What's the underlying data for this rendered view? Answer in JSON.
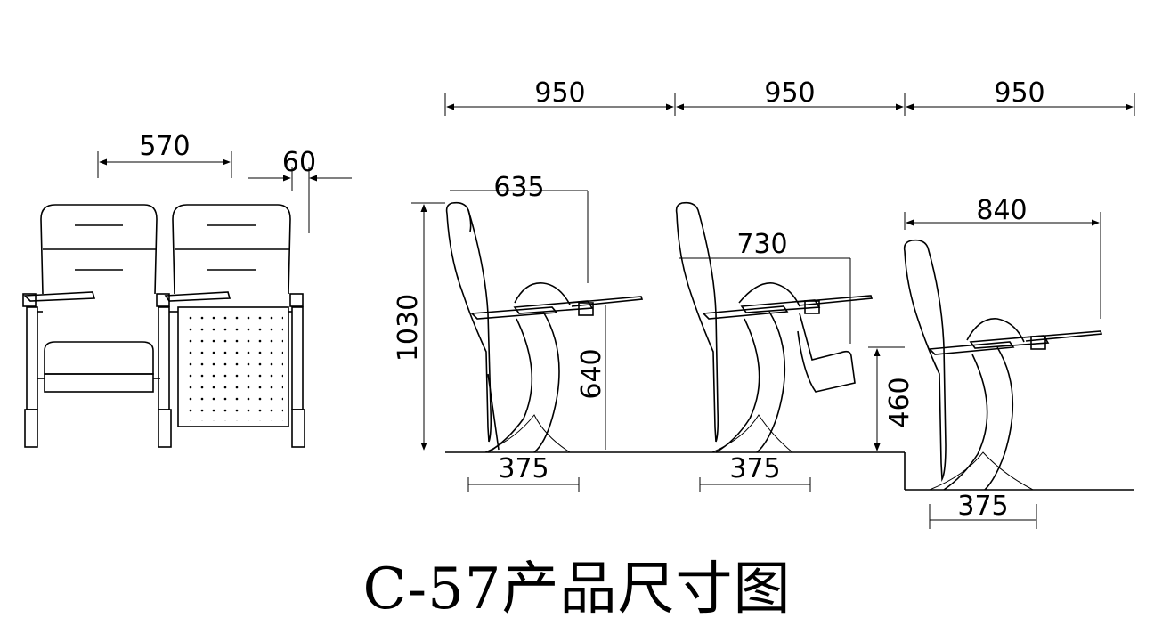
{
  "title": "C-57产品尺寸图",
  "front_view": {
    "width_label": "570",
    "gap_label": "60"
  },
  "side_views": {
    "row_pitch_labels": [
      "950",
      "950",
      "950"
    ],
    "seat1": {
      "depth_label": "635",
      "height_label": "1030",
      "armrest_label": "640",
      "base_label": "375"
    },
    "seat2": {
      "depth_label": "730",
      "base_label": "375"
    },
    "seat3": {
      "depth_label": "840",
      "step_label": "460",
      "base_label": "375"
    }
  }
}
